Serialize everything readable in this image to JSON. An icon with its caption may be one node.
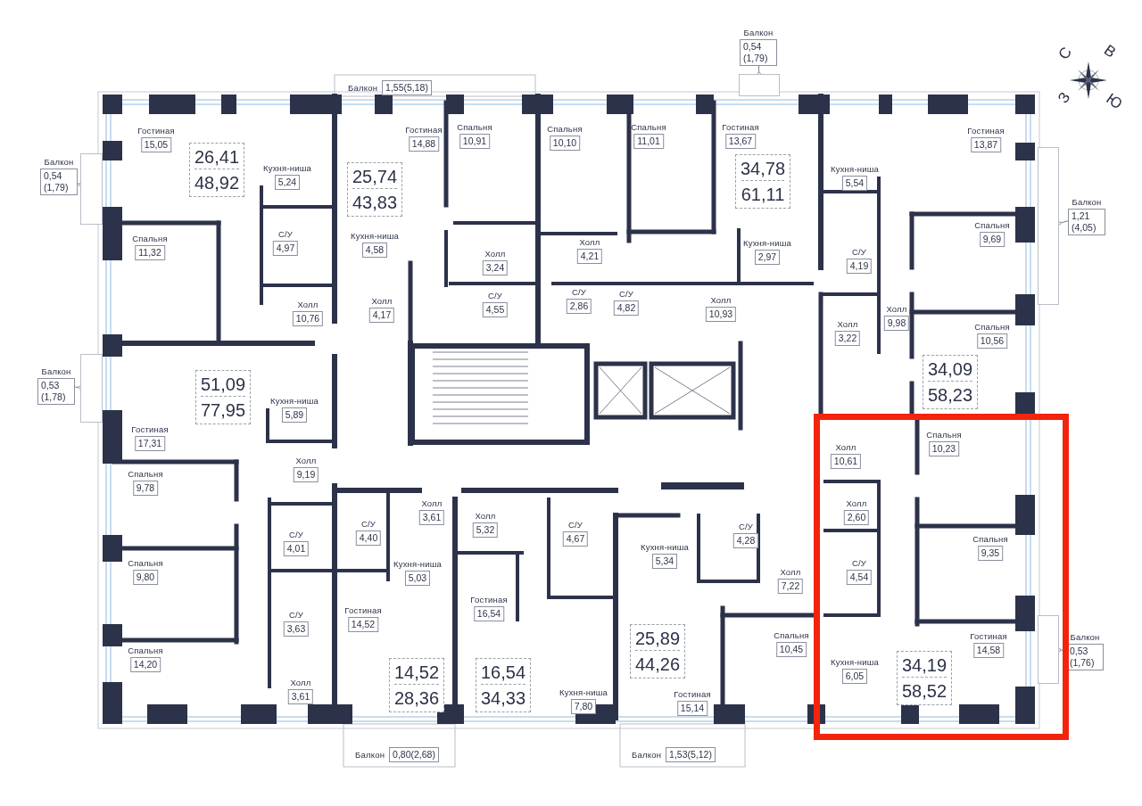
{
  "diagram": {
    "nodes": [
      {
        "text": [
          "Балкон",
          "0,54 (1,79)"
        ]
      },
      {
        "text": [],
        "shape": "box"
      },
      {
        "text": [
          "Балкон",
          "1,55(5,18)"
        ]
      },
      {
        "text": [
          "Балкон",
          "0,54 (1,79)"
        ]
      },
      {
        "text": [],
        "shape": "box"
      },
      {
        "text": [
          "Гостиная",
          "15,05"
        ]
      },
      {
        "text": [
          "26,41",
          "48,92"
        ]
      },
      {
        "text": [
          "Кухня-ниша",
          "5,24"
        ]
      },
      {
        "text": [
          "Спальня",
          "11,32"
        ]
      },
      {
        "text": [
          "С/У",
          "4,97"
        ]
      },
      {
        "text": [
          "Гостиная",
          "14,88"
        ]
      },
      {
        "text": [
          "25,74",
          "43,83"
        ]
      },
      {
        "text": [
          "Кухня-ниша",
          "4,58"
        ]
      },
      {
        "text": [
          "Холл",
          "10,76"
        ]
      },
      {
        "text": [
          "Холл",
          "4,17"
        ]
      },
      {
        "text": [
          "Спальня",
          "10,91"
        ]
      },
      {
        "text": [
          "Спальня",
          "10,10"
        ]
      },
      {
        "text": [
          "Спальня",
          "11,01"
        ]
      },
      {
        "text": [
          "Гостиная",
          "13,67"
        ]
      },
      {
        "text": [
          "34,78",
          "61,11"
        ]
      },
      {
        "text": [
          "Холл",
          "3,24"
        ]
      },
      {
        "text": [
          "Холл",
          "4,21"
        ]
      },
      {
        "text": [
          "Кухня-ниша",
          "2,97"
        ]
      },
      {
        "text": [
          "С/У",
          "4,55"
        ]
      },
      {
        "text": [
          "С/У",
          "2,86"
        ]
      },
      {
        "text": [
          "С/У",
          "4,82"
        ]
      },
      {
        "text": [
          "Холл",
          "10,93"
        ]
      },
      {
        "text": [
          "Гостиная",
          "13,87"
        ]
      },
      {
        "text": [
          "Кухня-ниша",
          "5,54"
        ]
      },
      {
        "text": [
          "Балкон",
          "1,21 (4,05)"
        ]
      },
      {
        "text": [],
        "shape": "box"
      },
      {
        "text": [
          "Спальня",
          "9,69"
        ]
      },
      {
        "text": [
          "С/У",
          "4,19"
        ]
      },
      {
        "text": [
          "Холл",
          "9,98"
        ]
      },
      {
        "text": [
          "Холл",
          "3,22"
        ]
      },
      {
        "text": [
          "Спальня",
          "10,56"
        ]
      },
      {
        "text": [
          "34,09",
          "58,23"
        ]
      },
      {
        "text": [
          "Балкон",
          "0,53 (1,78)"
        ]
      },
      {
        "text": [],
        "shape": "box"
      },
      {
        "text": [
          "51,09",
          "77,95"
        ]
      },
      {
        "text": [
          "Кухня-ниша",
          "5,89"
        ]
      },
      {
        "text": [
          "Гостиная",
          "17,31"
        ]
      },
      {
        "text": [
          "Холл",
          "10,61"
        ]
      },
      {
        "text": [
          "Спальня",
          "10,23"
        ]
      },
      {
        "text": [
          "Холл",
          "9,19"
        ]
      },
      {
        "text": [
          "Спальня",
          "9,78"
        ]
      },
      {
        "text": [
          "Холл",
          "3,61"
        ]
      },
      {
        "text": [
          "Холл",
          "5,32"
        ]
      },
      {
        "text": [
          "С/У",
          "4,40"
        ]
      },
      {
        "text": [
          "С/У",
          "4,67"
        ]
      },
      {
        "text": [
          "С/У",
          "4,28"
        ]
      },
      {
        "text": [
          "Холл",
          "2,60"
        ]
      },
      {
        "text": [
          "С/У",
          "4,01"
        ]
      },
      {
        "text": [
          "Кухня-ниша",
          "5,34"
        ]
      },
      {
        "text": [
          "Спальня",
          "9,35"
        ]
      },
      {
        "text": [
          "Кухня-ниша",
          "5,03"
        ]
      },
      {
        "text": [
          "Спальня",
          "9,80"
        ]
      },
      {
        "text": [
          "С/У",
          "4,54"
        ]
      },
      {
        "text": [
          "Холл",
          "7,22"
        ]
      },
      {
        "text": [
          "Гостиная",
          "16,54"
        ]
      },
      {
        "text": [
          "Гостиная",
          "14,52"
        ]
      },
      {
        "text": [
          "С/У",
          "3,63"
        ]
      },
      {
        "text": [
          "Спальня",
          "10,45"
        ]
      },
      {
        "text": [
          "Гостиная",
          "14,58"
        ]
      },
      {
        "text": [
          "Балкон",
          "0,53 (1,76)"
        ]
      },
      {
        "text": [],
        "shape": "box"
      },
      {
        "text": [
          "25,89",
          "44,26"
        ]
      },
      {
        "text": [
          "Спальня",
          "14,20"
        ]
      },
      {
        "text": [
          "Кухня-ниша",
          "6,05"
        ]
      },
      {
        "text": [
          "34,19",
          "58,52"
        ]
      },
      {
        "text": [
          "14,52",
          "28,36"
        ]
      },
      {
        "text": [
          "16,54",
          "34,33"
        ]
      },
      {
        "text": [
          "Холл",
          "3,61"
        ]
      },
      {
        "text": [
          "Кухня-ниша",
          "7,80"
        ]
      },
      {
        "text": [
          "Гостиная",
          "15,14"
        ]
      },
      {
        "text": [
          "Балкон",
          "0,80(2,68)"
        ]
      },
      {
        "text": [
          "Балкон",
          "1,53(5,12)"
        ]
      }
    ],
    "edges": [
      {
        "from": 0,
        "to": 1,
        "arrow": "other"
      },
      {
        "from": 3,
        "to": 4,
        "arrow": "other"
      },
      {
        "from": 29,
        "to": 30,
        "arrow": "other"
      },
      {
        "from": 37,
        "to": 38,
        "arrow": "other"
      },
      {
        "from": 64,
        "to": 65,
        "arrow": "other"
      }
    ],
    "labels": [
      "С",
      "В",
      "З",
      "Ю"
    ]
  }
}
